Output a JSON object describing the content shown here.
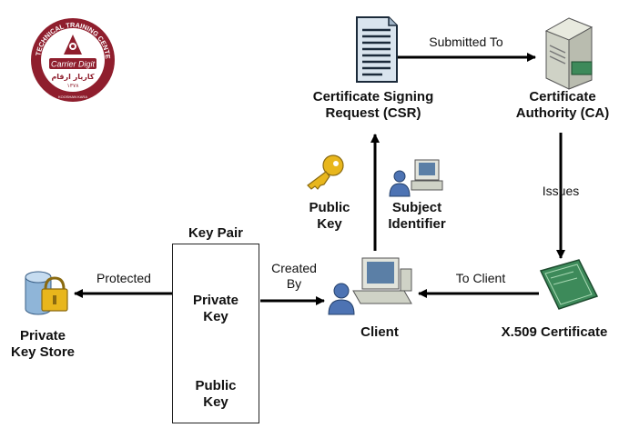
{
  "logo": {
    "ring_text": "IT TECHNICAL TRAINING CENTER",
    "brand": "Carrier Digit",
    "persian_name": "کاریار ارقام",
    "year": "۱۳۷۸",
    "bottom_text": "KOOSHAN KARA",
    "colors": {
      "maroon": "#8f1e2d",
      "white": "#ffffff"
    }
  },
  "nodes": {
    "csr": {
      "line1": "Certificate Signing",
      "line2": "Request (CSR)",
      "icon": "document-icon"
    },
    "ca": {
      "line1": "Certificate",
      "line2": "Authority (CA)",
      "icon": "server-icon"
    },
    "public_key": {
      "line1": "Public",
      "line2": "Key",
      "icon": "key-icon"
    },
    "subject": {
      "line1": "Subject",
      "line2": "Identifier",
      "icon": "user-computer-icon"
    },
    "client": {
      "label": "Client",
      "icon": "client-workstation-icon"
    },
    "x509": {
      "label": "X.509 Certificate",
      "icon": "certificate-icon"
    },
    "key_pair": {
      "title": "Key Pair",
      "private_line1": "Private",
      "private_line2": "Key",
      "public_line1": "Public",
      "public_line2": "Key"
    },
    "key_store": {
      "line1": "Private",
      "line2": "Key Store",
      "icon": "locked-database-icon"
    }
  },
  "edges": {
    "submitted_to": "Submitted To",
    "issues": "Issues",
    "to_client": "To Client",
    "created_by_line1": "Created",
    "created_by_line2": "By",
    "protected": "Protected"
  },
  "colors": {
    "key_gold": "#e8b61c",
    "certificate_green": "#3d8a5a",
    "arrow": "#000000",
    "text": "#111111"
  }
}
